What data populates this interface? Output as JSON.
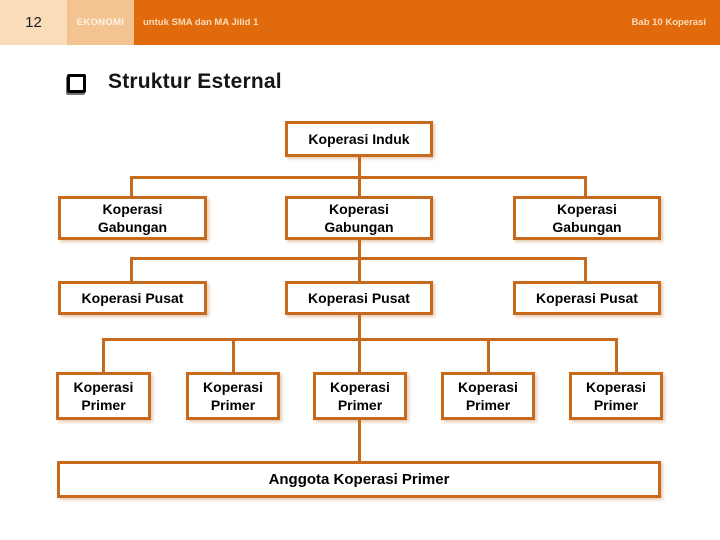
{
  "header": {
    "page_number": "12",
    "subject": "EKONOMI",
    "book_subtitle": "untuk SMA dan MA Jilid 1",
    "chapter": "Bab 10 Koperasi"
  },
  "slide": {
    "title": "Struktur Esternal"
  },
  "org_chart": {
    "induk": {
      "label": "Koperasi Induk"
    },
    "gabungan": [
      {
        "label": "Koperasi\nGabungan"
      },
      {
        "label": "Koperasi\nGabungan"
      },
      {
        "label": "Koperasi\nGabungan"
      }
    ],
    "pusat": [
      {
        "label": "Koperasi Pusat"
      },
      {
        "label": "Koperasi Pusat"
      },
      {
        "label": "Koperasi Pusat"
      }
    ],
    "primer": [
      {
        "label": "Koperasi\nPrimer"
      },
      {
        "label": "Koperasi\nPrimer"
      },
      {
        "label": "Koperasi\nPrimer"
      },
      {
        "label": "Koperasi\nPrimer"
      },
      {
        "label": "Koperasi\nPrimer"
      }
    ],
    "anggota": {
      "label": "Anggota Koperasi Primer"
    }
  },
  "colors": {
    "header_orange": "#E16B0C",
    "peach_light": "#FBDCBA",
    "peach_mid": "#F4C392",
    "box_border_orange": "#C76A1E",
    "text_black": "#000000"
  }
}
